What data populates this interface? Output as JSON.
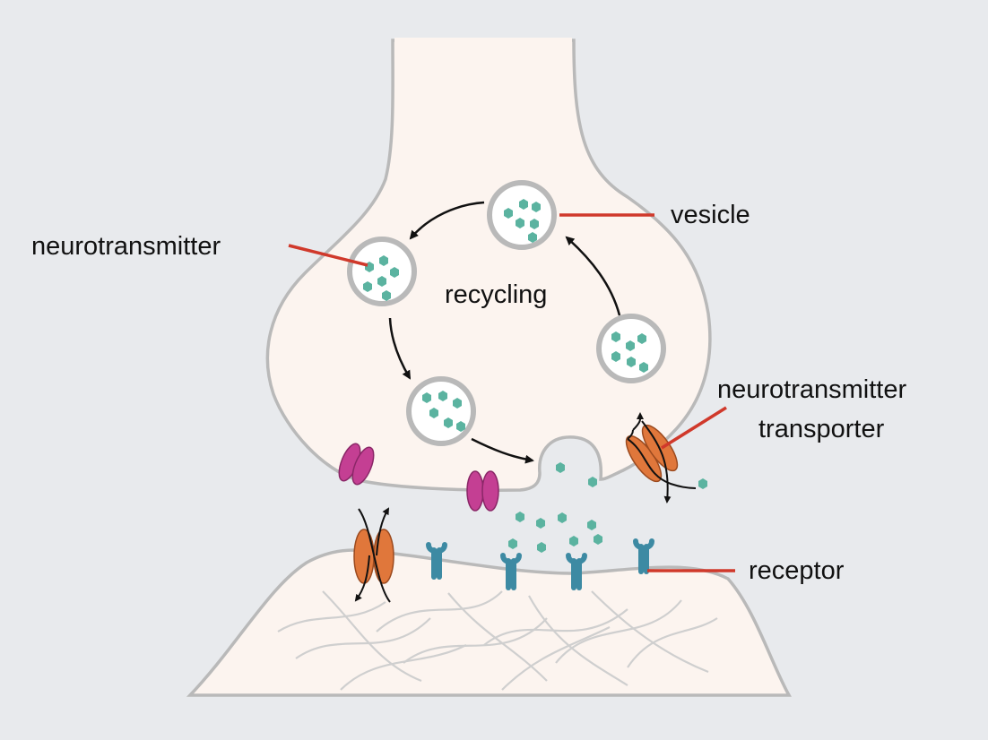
{
  "labels": {
    "vesicle": "vesicle",
    "neurotransmitter": "neurotransmitter",
    "recycling": "recycling",
    "transporter_line1": "neurotransmitter",
    "transporter_line2": "transporter",
    "receptor": "receptor"
  },
  "colors": {
    "background": "#e8eaed",
    "cell_fill": "#fcf4ef",
    "membrane": "#b9b9b9",
    "neurotransmitter": "#5bb3a0",
    "transporter": "#e0773b",
    "ion_channel": "#c43f93",
    "receptor": "#3d8aa3",
    "leader_line": "#d0392b",
    "arrow": "#111111"
  }
}
